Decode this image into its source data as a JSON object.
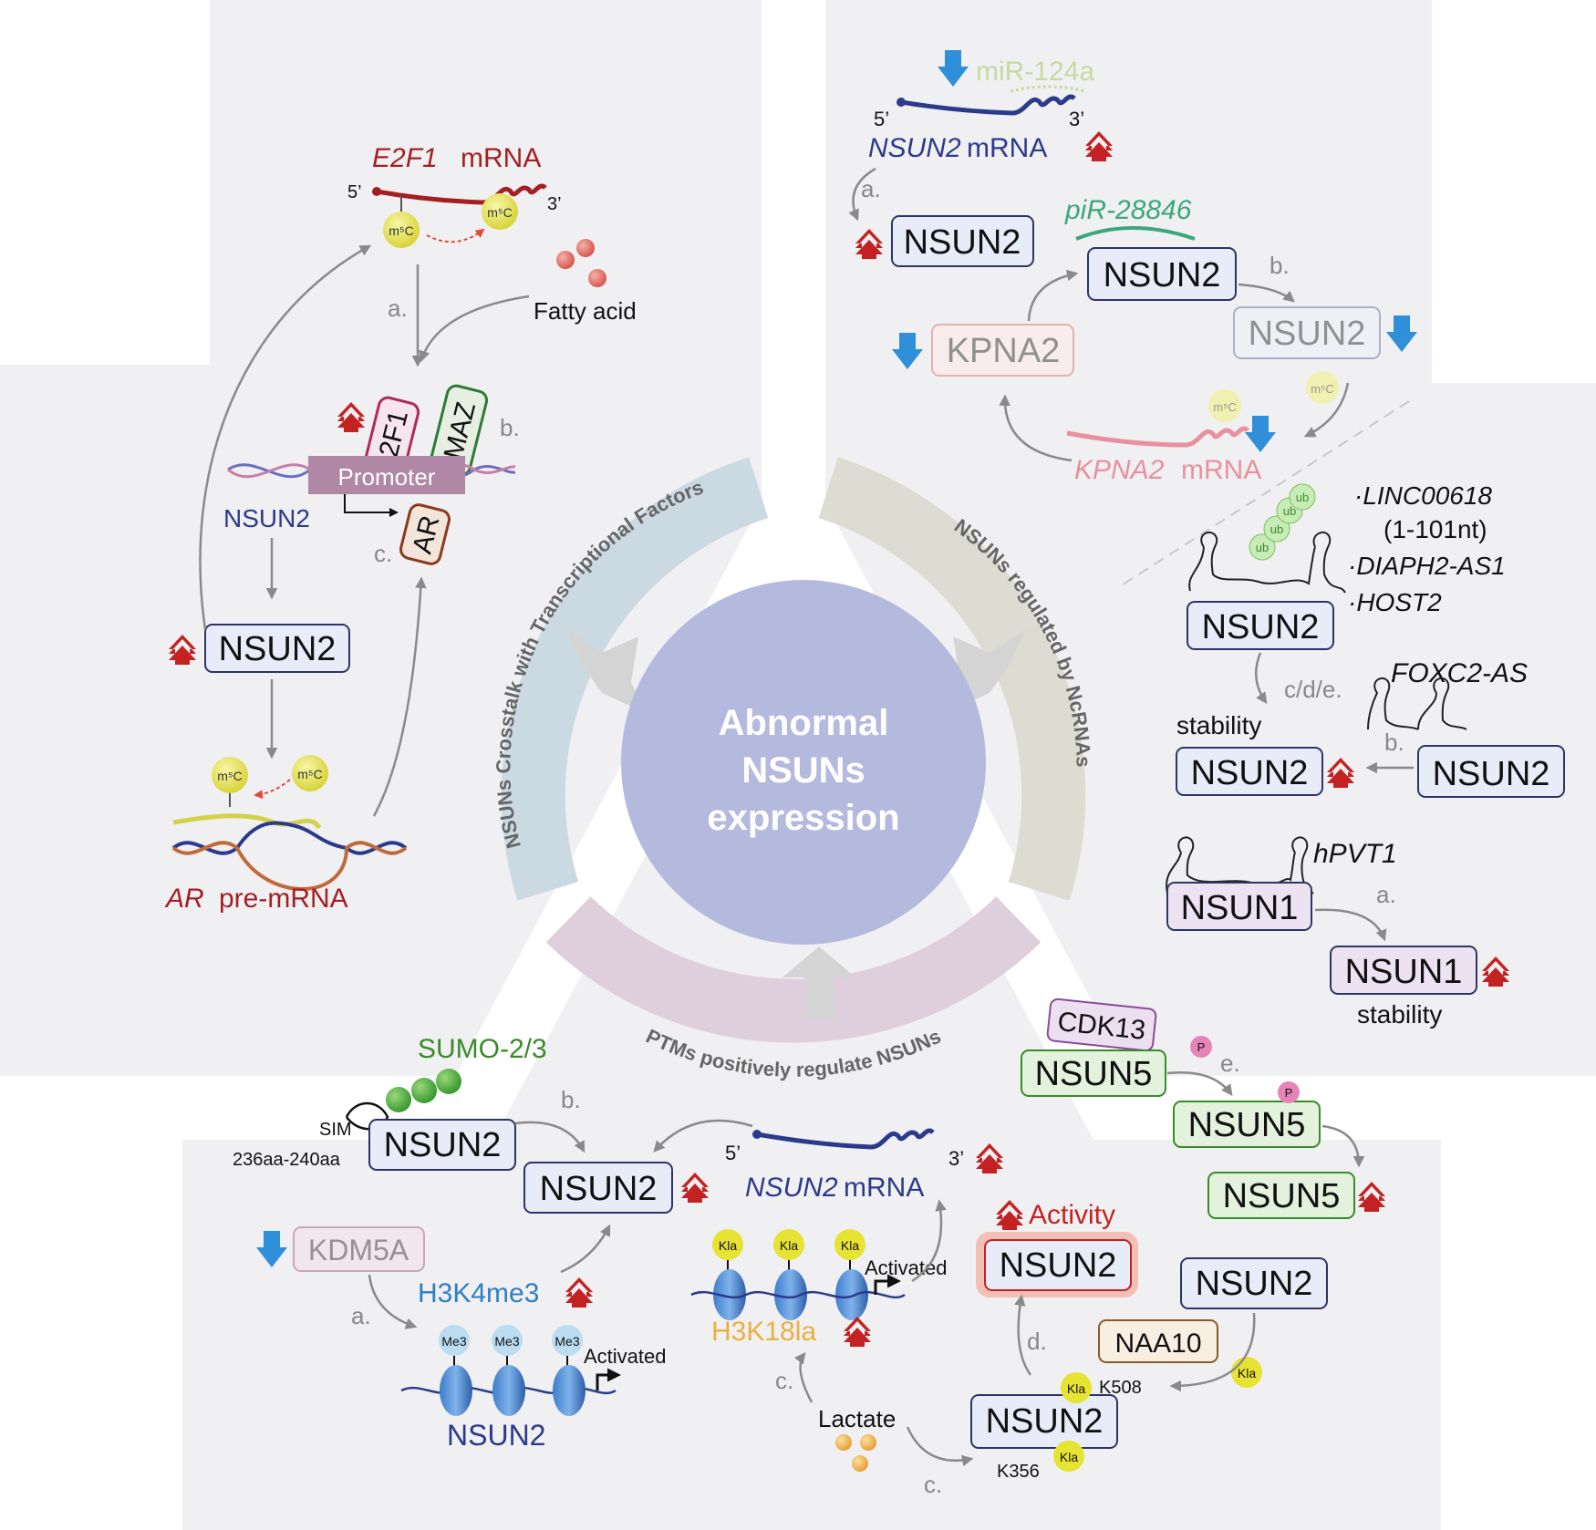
{
  "center": {
    "line1": "Abnormal",
    "line2": "NSUNs",
    "line3": "expression"
  },
  "ring_labels": {
    "left": "NSUNs Crosstalk with Transcriptional Factors",
    "right": "NSUNs regulated by NcRNAs",
    "bottom": "PTMs positively regulate NSUNs"
  },
  "left_panel": {
    "e2f1_mrna": "E2F1",
    "mrna_word": "mRNA",
    "five_prime": "5’",
    "three_prime": "3’",
    "m5c": "m⁵C",
    "fatty_acid": "Fatty acid",
    "step_a": "a.",
    "step_b": "b.",
    "step_c": "c.",
    "tf_e2f1": "E2F1",
    "tf_maz": "MAZ",
    "tf_ar": "AR",
    "promoter": "Promoter",
    "gene": "NSUN2",
    "protein": "NSUN2",
    "ar_italic": "AR",
    "pre_mrna": "pre-mRNA"
  },
  "right_top": {
    "mirna": "miR-124a",
    "five_prime": "5’",
    "three_prime": "3’",
    "nsun2_italic": "NSUN2",
    "mrna_word": "mRNA",
    "step_a": "a.",
    "step_b": "b.",
    "nsun2_a": "NSUN2",
    "pirna": "piR-28846",
    "nsun2_center": "NSUN2",
    "nsun2_faded": "NSUN2",
    "kpna2": "KPNA2",
    "m5c": "m⁵C",
    "kpna2_italic": "KPNA2",
    "kpna2_mrna_word": "mRNA"
  },
  "right_mid": {
    "lnc1": "·LINC00618",
    "lnc1_sub": "(1-101nt)",
    "lnc2": "·DIAPH2-AS1",
    "lnc3": "·HOST2",
    "ub": "ub",
    "nsun2_top": "NSUN2",
    "step_cde": "c/d/e.",
    "stability": "stability",
    "nsun2_stab": "NSUN2",
    "foxc2": "FOXC2-AS",
    "step_b": "b.",
    "nsun2_foxc2": "NSUN2",
    "hpvt1": "hPVT1",
    "nsun1": "NSUN1",
    "step_a": "a.",
    "nsun1_up": "NSUN1",
    "stability2": "stability"
  },
  "bottom_panel": {
    "sumo": "SUMO-2/3",
    "sim": "SIM",
    "sim_range": "236aa-240aa",
    "nsun2_sumo": "NSUN2",
    "step_b": "b.",
    "nsun2_main": "NSUN2",
    "five_prime": "5’",
    "three_prime": "3’",
    "nsun2_italic": "NSUN2",
    "mrna_word": "mRNA",
    "kdm5a": "KDM5A",
    "h3k4me3": "H3K4me3",
    "step_a": "a.",
    "me3": "Me3",
    "activated": "Activated",
    "gene": "NSUN2",
    "kla": "Kla",
    "activated2": "Activated",
    "h3k18la": "H3K18la",
    "step_c": "c.",
    "lactate": "Lactate",
    "step_c2": "c.",
    "activity": "Activity",
    "nsun2_act": "NSUN2",
    "step_d": "d.",
    "naa10": "NAA10",
    "nsun2_naa10": "NSUN2",
    "k508": "K508",
    "k356": "K356",
    "nsun2_lac": "NSUN2",
    "cdk13": "CDK13",
    "nsun5_a": "NSUN5",
    "p": "P",
    "step_e": "e.",
    "nsun5_b": "NSUN5",
    "nsun5_c": "NSUN5"
  },
  "colors": {
    "panel_fill": "#f0f0f2",
    "center_circle": "#b4bade",
    "ring_left": "#cbd9e3",
    "ring_right": "#dcdcd2",
    "ring_bottom": "#dfcfdc",
    "up_arrow": "#c42222",
    "down_arrow": "#2f8fd8",
    "protein_stroke": "#2c3566"
  }
}
